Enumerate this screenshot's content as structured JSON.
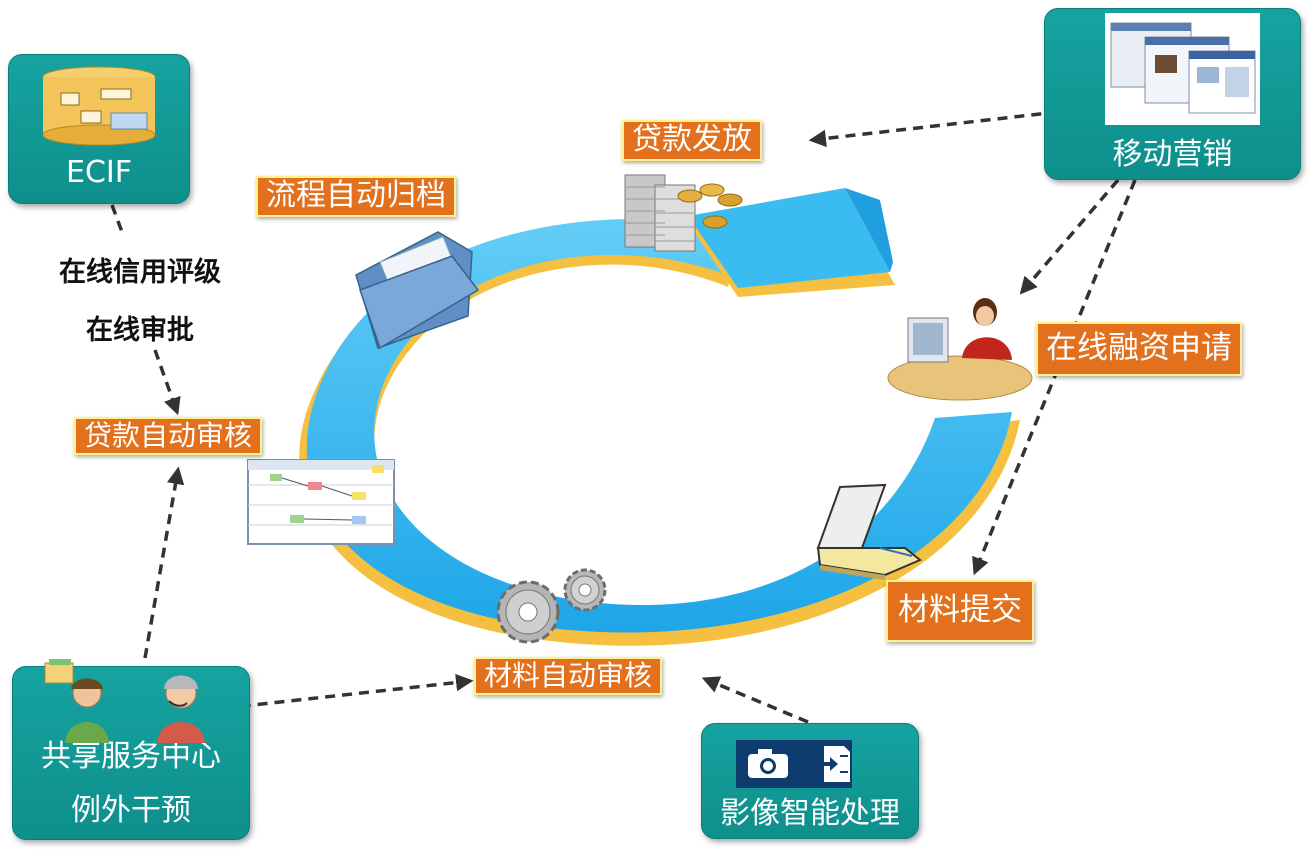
{
  "title": "",
  "cycle_stages": {
    "loan_disbursement": "贷款发放",
    "auto_archive": "流程自动归档",
    "online_application": "在线融资申请",
    "material_submit": "材料提交",
    "auto_material_review": "材料自动审核",
    "auto_loan_review": "贷款自动审核"
  },
  "systems": {
    "ecif": "ECIF",
    "mobile_marketing": "移动营销",
    "shared_service_center": "共享服务中心",
    "exception_intervention": "例外干预",
    "image_processing": "影像智能处理"
  },
  "side_notes": {
    "online_credit_rating": "在线信用评级",
    "online_approval": "在线审批"
  },
  "colors": {
    "teal_box": "#16a3a0",
    "orange_label": "#e2701c",
    "label_border": "#fff28a",
    "cycle_arrow": "#31b6ef",
    "cycle_rim": "#f5c040",
    "arrow_line": "#333333"
  },
  "icons": [
    "database-icon",
    "monitor-icon",
    "money-stack-icon",
    "folder-icon",
    "office-worker-icon",
    "workflow-diagram-icon",
    "scanner-icon",
    "gears-icon",
    "support-staff-icon",
    "camera-icon",
    "document-import-icon"
  ]
}
